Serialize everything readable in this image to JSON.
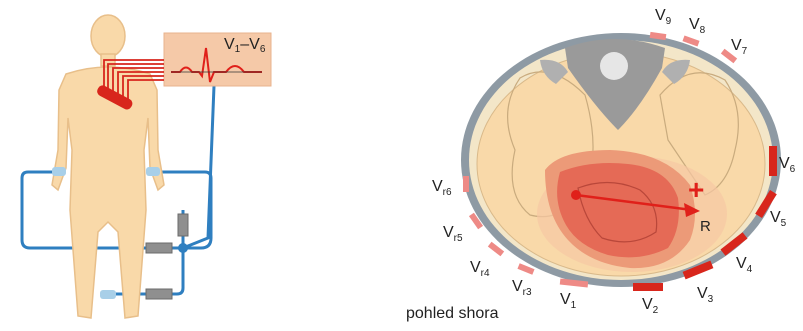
{
  "left_panel": {
    "monitor_label": {
      "main": "V",
      "sub_start": "1",
      "dash": "–V",
      "sub_end": "6"
    }
  },
  "right_panel": {
    "caption": "pohled shora",
    "vector_label": "R",
    "plus_sign": "+",
    "precordial_leads": [
      {
        "letter": "V",
        "sub": "1"
      },
      {
        "letter": "V",
        "sub": "2"
      },
      {
        "letter": "V",
        "sub": "3"
      },
      {
        "letter": "V",
        "sub": "4"
      },
      {
        "letter": "V",
        "sub": "5"
      },
      {
        "letter": "V",
        "sub": "6"
      },
      {
        "letter": "V",
        "sub": "7"
      },
      {
        "letter": "V",
        "sub": "8"
      },
      {
        "letter": "V",
        "sub": "9"
      }
    ],
    "right_sided_leads": [
      {
        "letter": "V",
        "sub": "r3"
      },
      {
        "letter": "V",
        "sub": "r4"
      },
      {
        "letter": "V",
        "sub": "r5"
      },
      {
        "letter": "V",
        "sub": "r6"
      }
    ]
  },
  "colors": {
    "skin": "#f9d9a9",
    "cable_blue": "#2f7fc0",
    "electrode_red": "#d8261c",
    "electrode_pink": "#ee8a86",
    "monitor_bg": "#f5c9a8",
    "heart_outer": "#ec9a78",
    "heart_inner": "#e56a56",
    "body_wall": "#8e9aa4",
    "spine_gray": "#9a9a9a"
  }
}
